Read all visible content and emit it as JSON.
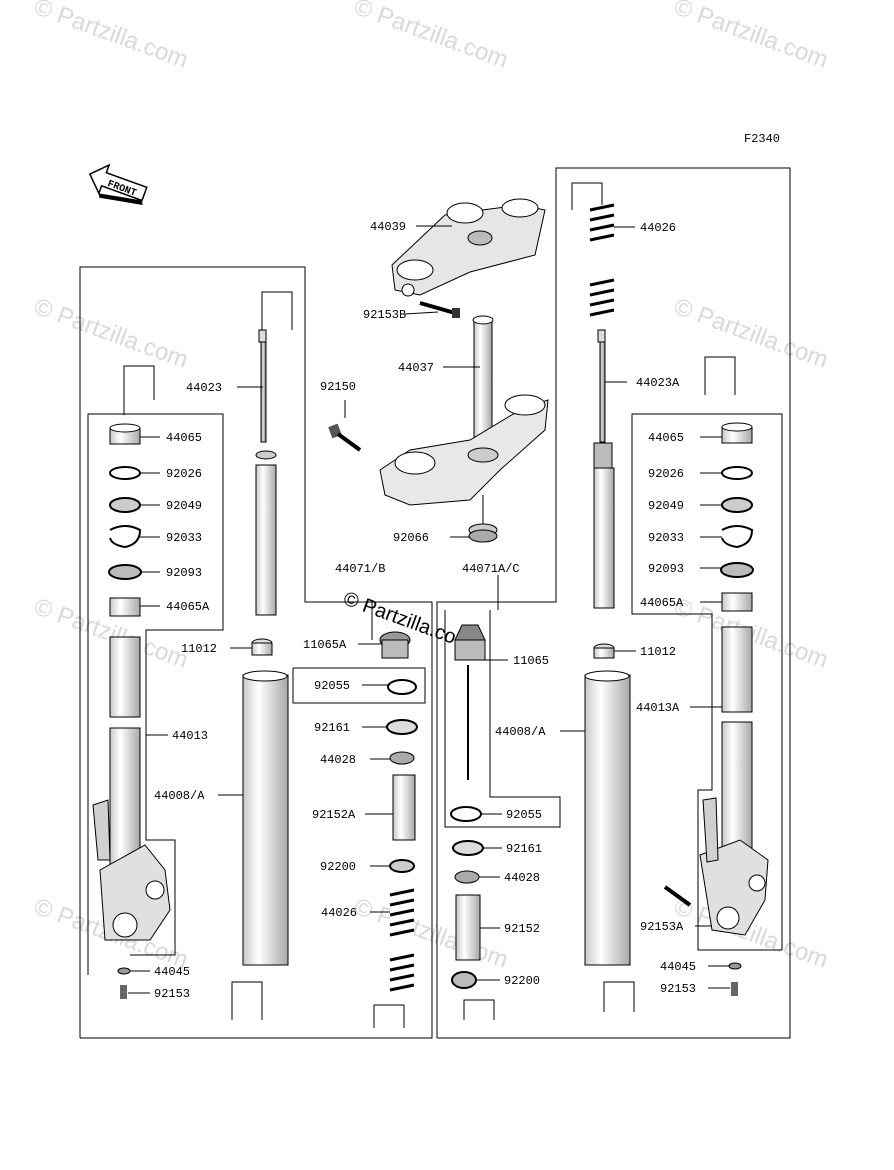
{
  "diagram": {
    "code": "F2340",
    "direction_label": "FRONT",
    "watermark": "Partzilla.com",
    "watermark_center": "© Partzilla.com",
    "parts": {
      "p44039": "44039",
      "p92153B": "92153B",
      "p44037": "44037",
      "p92150": "92150",
      "p92066": "92066",
      "p44071B": "44071/B",
      "p44071AC": "44071A/C",
      "p44023": "44023",
      "p44023A": "44023A",
      "p44026R": "44026",
      "p44026C": "44026",
      "p44065L": "44065",
      "p92026L": "92026",
      "p92049L": "92049",
      "p92033L": "92033",
      "p92093L": "92093",
      "p44065AL": "44065A",
      "p44013": "44013",
      "p44045L": "44045",
      "p92153L": "92153",
      "p11012L": "11012",
      "p44008AL": "44008/A",
      "p11065A": "11065A",
      "p92055L": "92055",
      "p92161L": "92161",
      "p44028L": "44028",
      "p92152A": "92152A",
      "p92200L": "92200",
      "p11065": "11065",
      "p44008AR": "44008/A",
      "p92055R": "92055",
      "p92161R": "92161",
      "p44028R": "44028",
      "p92152": "92152",
      "p92200R": "92200",
      "p44065R": "44065",
      "p92026R": "92026",
      "p92049R": "92049",
      "p92033R": "92033",
      "p92093R": "92093",
      "p44065AR": "44065A",
      "p11012R": "11012",
      "p44013A": "44013A",
      "p92153AR": "92153A",
      "p44045R": "44045",
      "p92153R": "92153"
    }
  }
}
